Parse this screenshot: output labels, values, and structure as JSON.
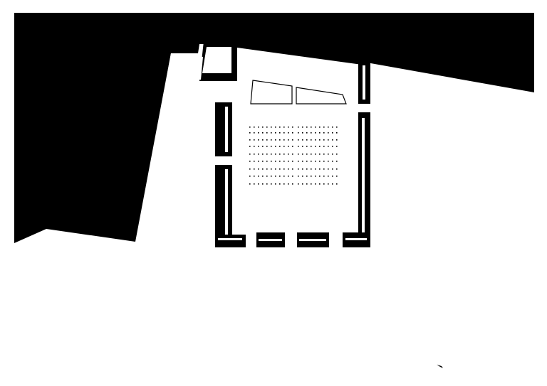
{
  "drawing": {
    "kind": "architectural floor plan",
    "colors": {
      "ink": "#000000",
      "paper": "#ffffff"
    },
    "elements": [
      "surrounding-mass",
      "chamber-walls",
      "chapel-annex",
      "altar-platform",
      "seating-rows",
      "north-arrow-mark"
    ]
  }
}
